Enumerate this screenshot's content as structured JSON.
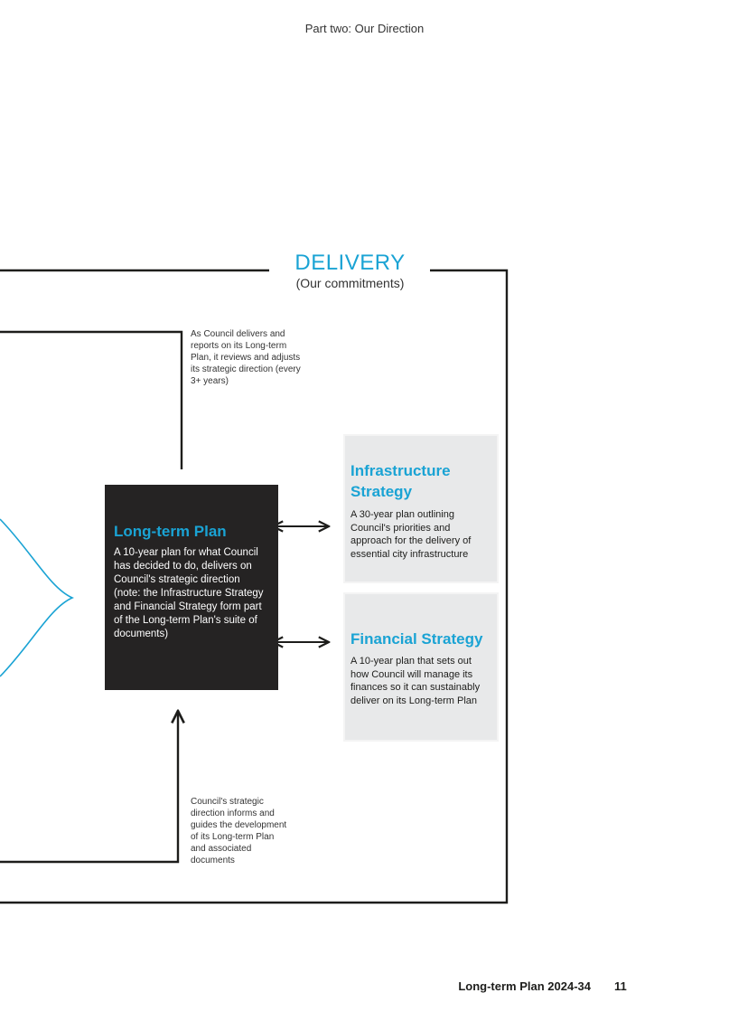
{
  "header": {
    "section": "Part two: Our Direction"
  },
  "delivery": {
    "title": "DELIVERY",
    "subtitle": "(Our commitments)"
  },
  "notes": {
    "top": "As Council delivers and reports on its Long-term Plan, it reviews and adjusts its strategic direction (every 3+ years)",
    "bottom": "Council's strategic direction informs and guides the development of its Long-term Plan and associated documents"
  },
  "long_term_plan": {
    "title": "Long-term Plan",
    "text": "A 10-year plan for what Council has decided to do, delivers on Council's strategic direction (note: the Infrastructure Strategy and Financial Strategy form part of the Long-term Plan's suite of documents)"
  },
  "infrastructure_strategy": {
    "title": "Infrastructure Strategy",
    "text": "A 30-year plan outlining Council's priorities and approach for the delivery of essential city infrastructure"
  },
  "financial_strategy": {
    "title": "Financial Strategy",
    "text": "A 10-year plan that sets out how Council will manage its finances so it can sustainably deliver on its Long-term Plan"
  },
  "footer": {
    "document_title": "Long-term Plan 2024-34",
    "page_number": "11"
  },
  "colors": {
    "accent": "#1aa3d4",
    "dark_box": "#252323",
    "grey_box": "#e8e9ea",
    "line": "#1d1d1b"
  }
}
